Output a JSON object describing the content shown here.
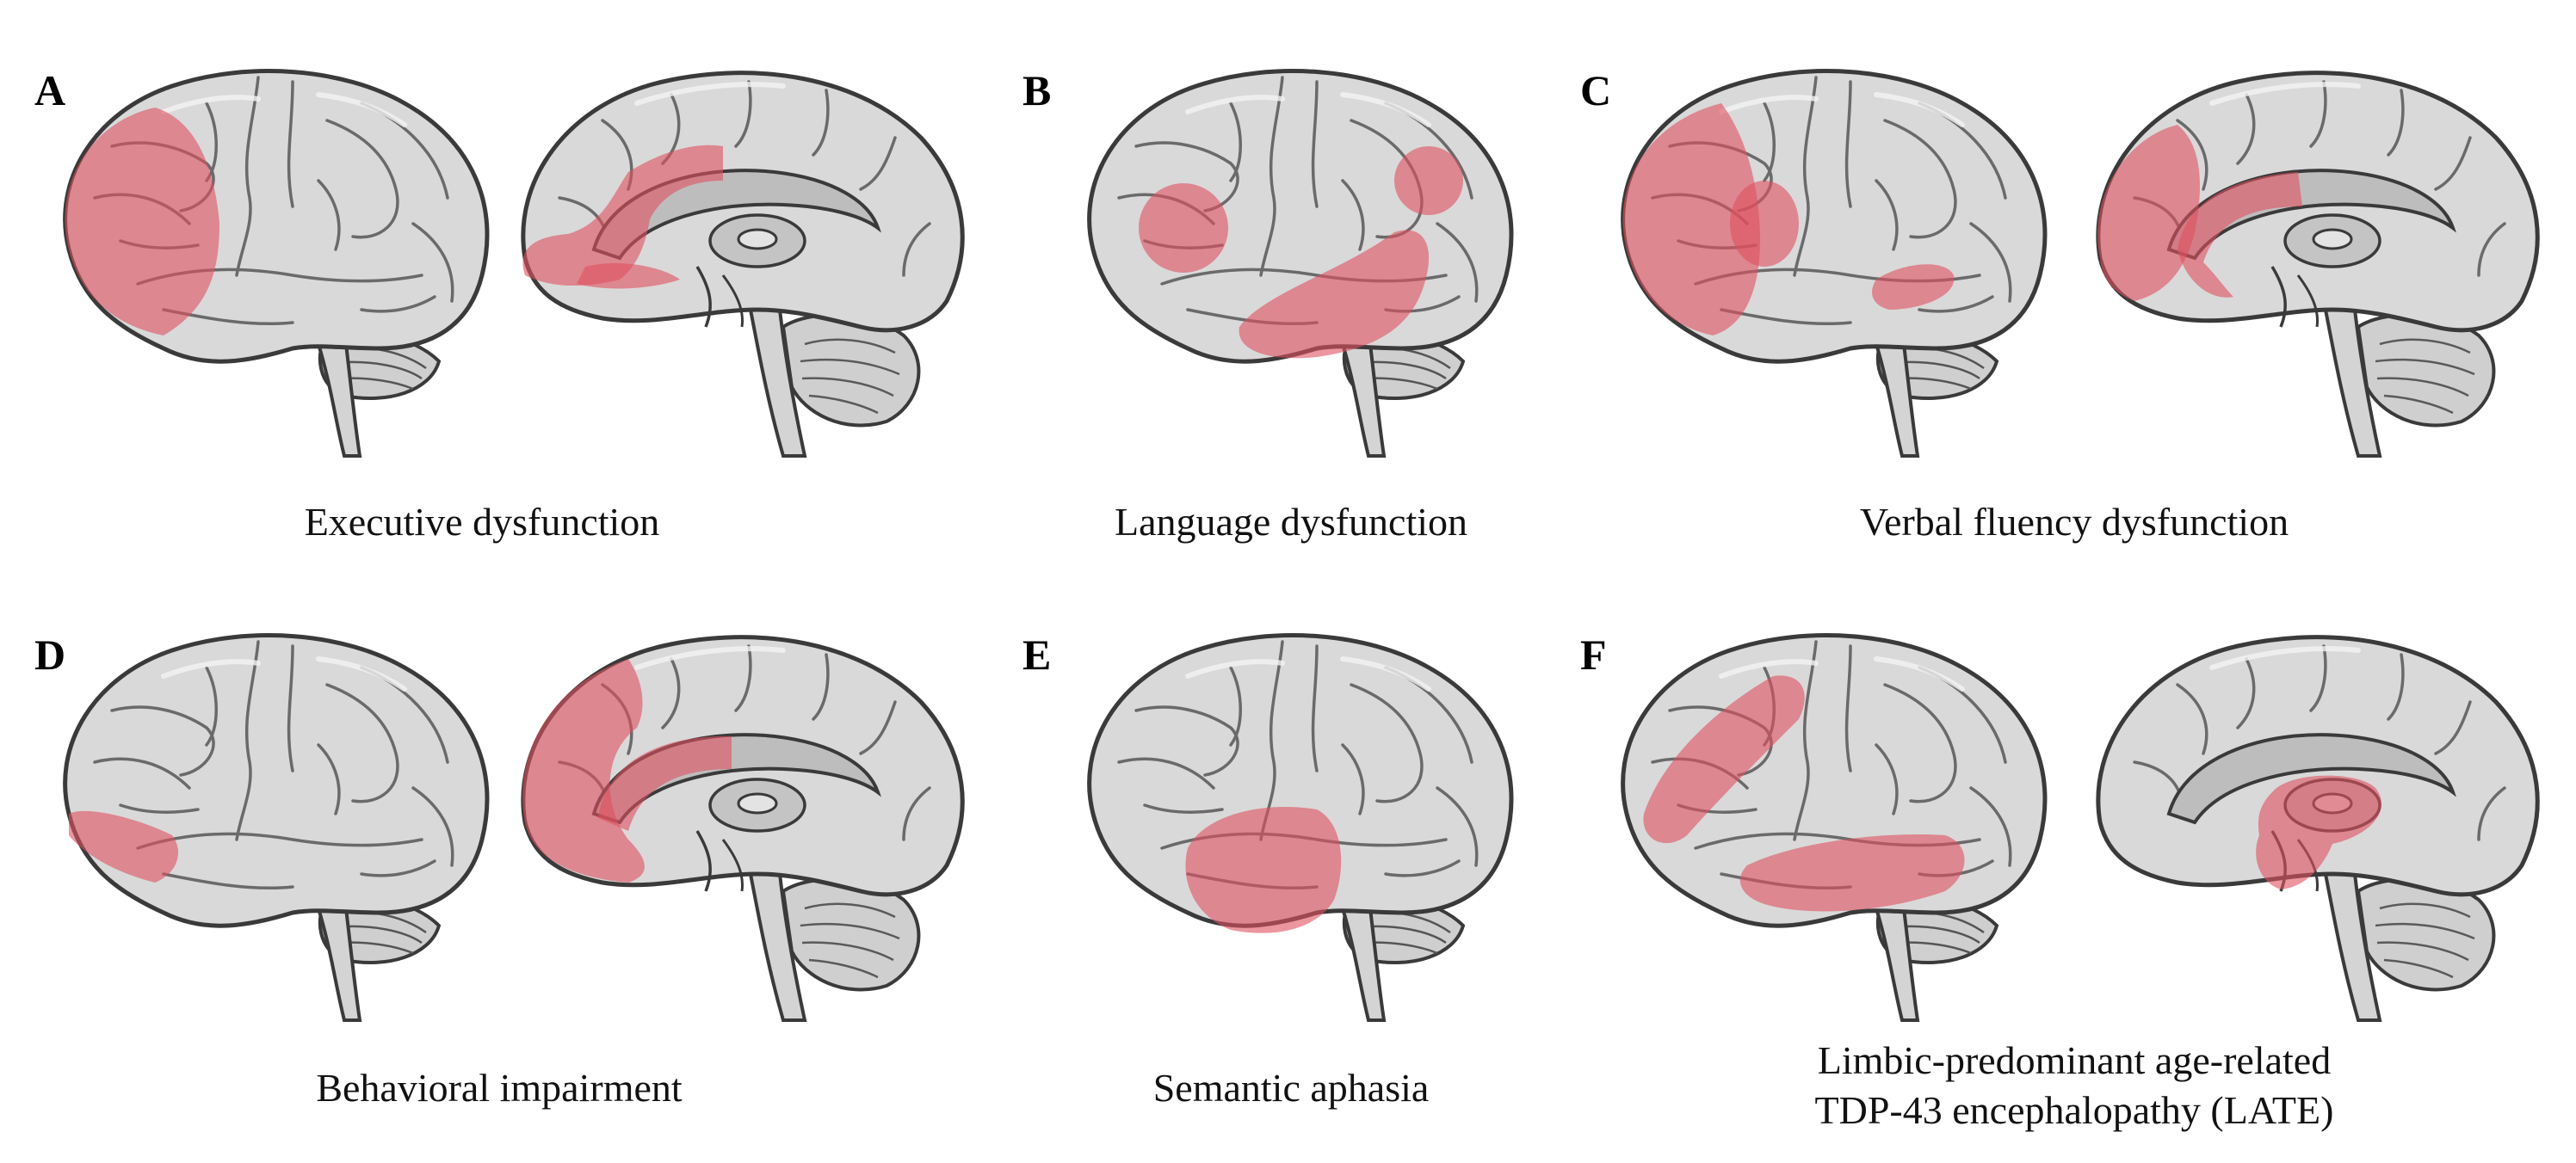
{
  "panels": [
    {
      "id": "A",
      "letter": "A",
      "caption": [
        "Executive dysfunction"
      ]
    },
    {
      "id": "B",
      "letter": "B",
      "caption": [
        "Language dysfunction"
      ]
    },
    {
      "id": "C",
      "letter": "C",
      "caption": [
        "Verbal fluency dysfunction"
      ]
    },
    {
      "id": "D",
      "letter": "D",
      "caption": [
        "Behavioral impairment"
      ]
    },
    {
      "id": "E",
      "letter": "E",
      "caption": [
        "Semantic aphasia"
      ]
    },
    {
      "id": "F",
      "letter": "F",
      "caption": [
        "Limbic-predominant age-related",
        "TDP-43 encephalopathy (LATE)"
      ]
    }
  ],
  "colors": {
    "brain_fill": "#d9d9d9",
    "brain_stroke": "#3a3a3a",
    "highlight": "#e0505f"
  }
}
